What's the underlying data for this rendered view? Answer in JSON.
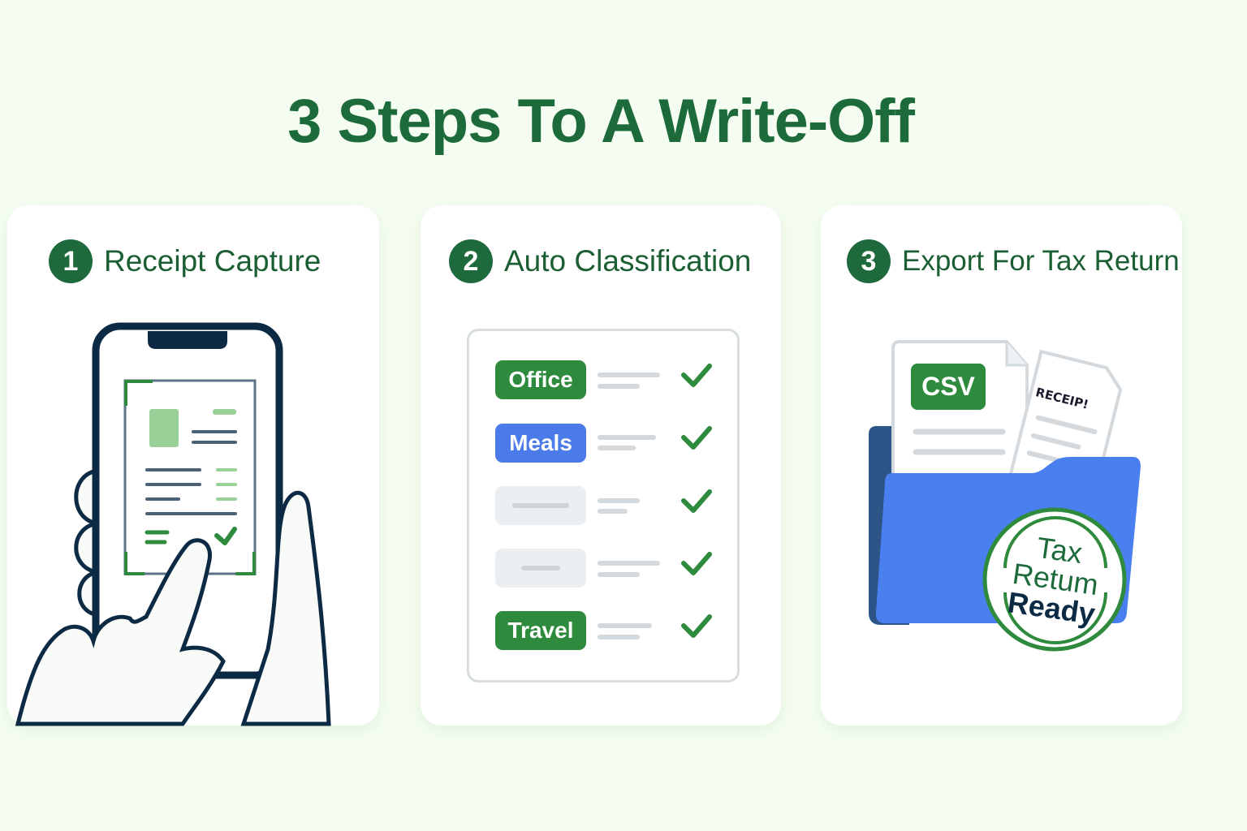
{
  "title": "3 Steps To A Write-Off",
  "colors": {
    "background": "#f5fdf2",
    "title_green": "#1d6b3a",
    "badge_green": "#1f6a3d",
    "chip_green": "#2e8b3e",
    "chip_blue": "#4a7be8",
    "folder_blue": "#4a7ff0",
    "folder_back": "#2c5487",
    "phone_outline": "#0d2a45"
  },
  "steps": [
    {
      "number": "1",
      "title": "Receipt Capture",
      "illustration": "phone-scanning-receipt"
    },
    {
      "number": "2",
      "title": "Auto Classification",
      "illustration": "classification-list",
      "rows": [
        {
          "label": "Office",
          "color": "#2e8b3e",
          "checked": true
        },
        {
          "label": "Meals",
          "color": "#4a7be8",
          "checked": true
        },
        {
          "label": "",
          "color": "#eceff1",
          "checked": true
        },
        {
          "label": "",
          "color": "#eceff1",
          "checked": true
        },
        {
          "label": "Travel",
          "color": "#2e8b3e",
          "checked": true
        }
      ]
    },
    {
      "number": "3",
      "title": "Export For Tax Return",
      "illustration": "folder-with-documents",
      "csv_label": "CSV",
      "receipt_label": "RECEIP!",
      "stamp": {
        "line1": "Tax",
        "line2": "Retum",
        "line3": "Ready"
      }
    }
  ]
}
